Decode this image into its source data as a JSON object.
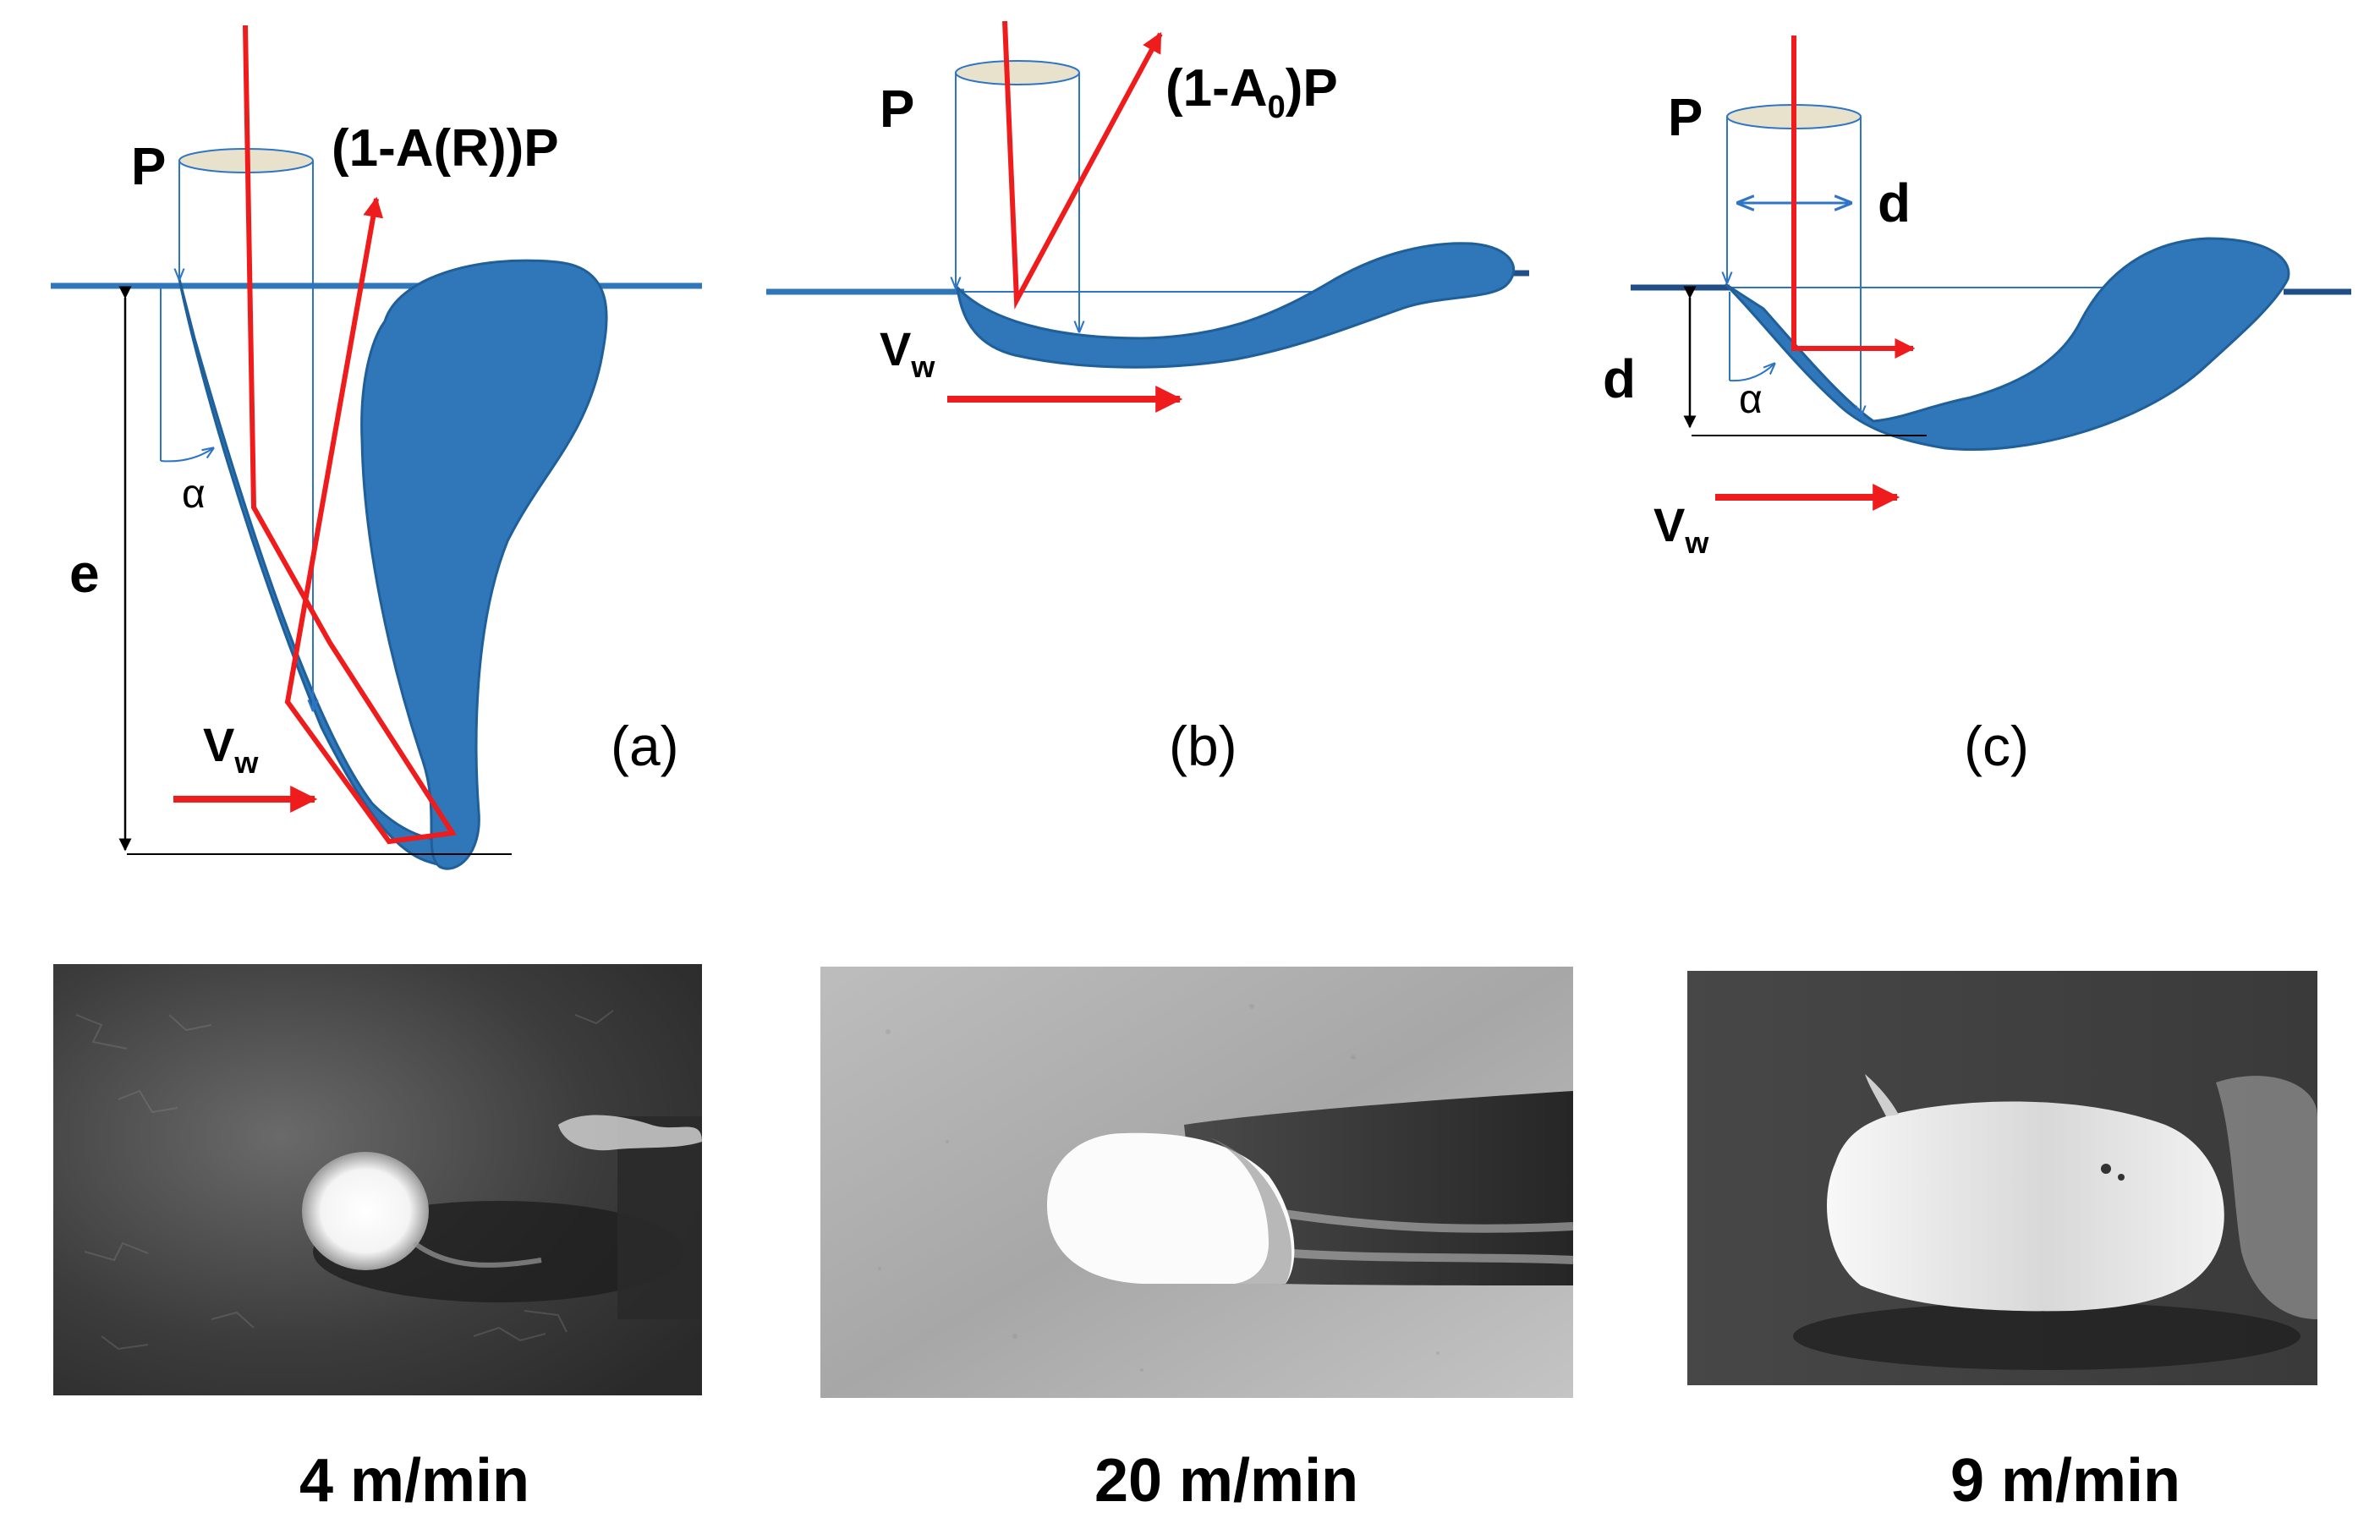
{
  "panels": {
    "a": {
      "caption": "(a)",
      "power_label": "P",
      "reflected_label": "(1-A(R))P",
      "depth_label": "e",
      "angle_label": "α",
      "velocity_label": "V",
      "velocity_sub": "w",
      "speed": "4 m/min"
    },
    "b": {
      "caption": "(b)",
      "power_label": "P",
      "reflected_prefix": "(1-A",
      "reflected_sub": "0",
      "reflected_suffix": ")P",
      "velocity_label": "V",
      "velocity_sub": "w",
      "speed": "20 m/min"
    },
    "c": {
      "caption": "(c)",
      "power_label": "P",
      "diameter_label": "d",
      "depth_label": "d",
      "angle_label": "α",
      "velocity_label": "V",
      "velocity_sub": "w",
      "speed": "9 m/min"
    }
  },
  "colors": {
    "melt_blue": "#2f77b8",
    "melt_edge": "#1f5f9a",
    "beam_red": "#ee1c1c",
    "guide_blue": "#2e75c5",
    "lens_fill": "#e8e2cc"
  }
}
